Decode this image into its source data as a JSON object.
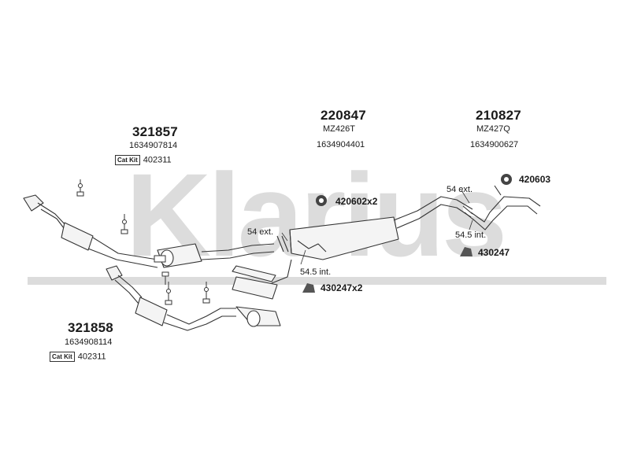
{
  "watermark": "Klarius",
  "parts": {
    "p321857": {
      "number": "321857",
      "oem": "1634907814",
      "catkit_label": "Cat Kit",
      "catkit_no": "402311"
    },
    "p321858": {
      "number": "321858",
      "oem": "1634908114",
      "catkit_label": "Cat Kit",
      "catkit_no": "402311"
    },
    "p220847": {
      "number": "220847",
      "code": "MZ426T",
      "oem": "1634904401"
    },
    "p210827": {
      "number": "210827",
      "code": "MZ427Q",
      "oem": "1634900627"
    }
  },
  "fittings": {
    "f420602": "420602x2",
    "f420603": "420603",
    "f430247": "430247",
    "f430247x2": "430247x2"
  },
  "notes": {
    "ext_mid": "54 ext.",
    "int_mid": "54.5 int.",
    "ext_rear": "54 ext.",
    "int_rear": "54.5 int."
  },
  "colors": {
    "watermark": "#d9d9d9",
    "line": "#333333",
    "part_fill": "#f4f4f4"
  }
}
